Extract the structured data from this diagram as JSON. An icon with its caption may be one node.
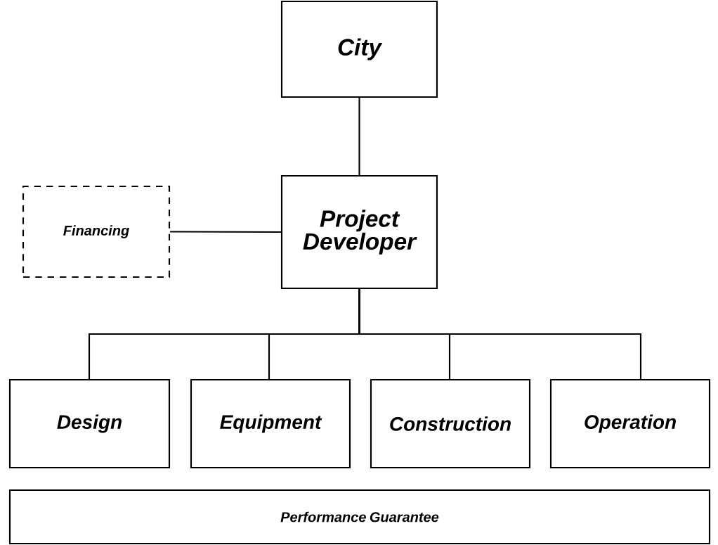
{
  "diagram": {
    "nodes": [
      {
        "text": [
          "City"
        ]
      },
      {
        "text": [
          "Financing"
        ]
      },
      {
        "text": [
          "Project Developer"
        ]
      },
      {
        "text": [
          "Design"
        ]
      },
      {
        "text": [
          "Equipment"
        ]
      },
      {
        "text": [
          "Construction"
        ]
      },
      {
        "text": [
          "Operation"
        ]
      },
      {
        "text": [
          "Performance Guarantee"
        ]
      }
    ],
    "edges": [
      {
        "from": 0,
        "to": 2,
        "arrow": "none"
      },
      {
        "from": 1,
        "to": 2,
        "arrow": "none"
      },
      {
        "from": 2,
        "to": 3,
        "arrow": "none"
      },
      {
        "from": 2,
        "to": 4,
        "arrow": "none"
      },
      {
        "from": 2,
        "to": 5,
        "arrow": "none"
      },
      {
        "from": 2,
        "to": 6,
        "arrow": "none"
      }
    ]
  }
}
